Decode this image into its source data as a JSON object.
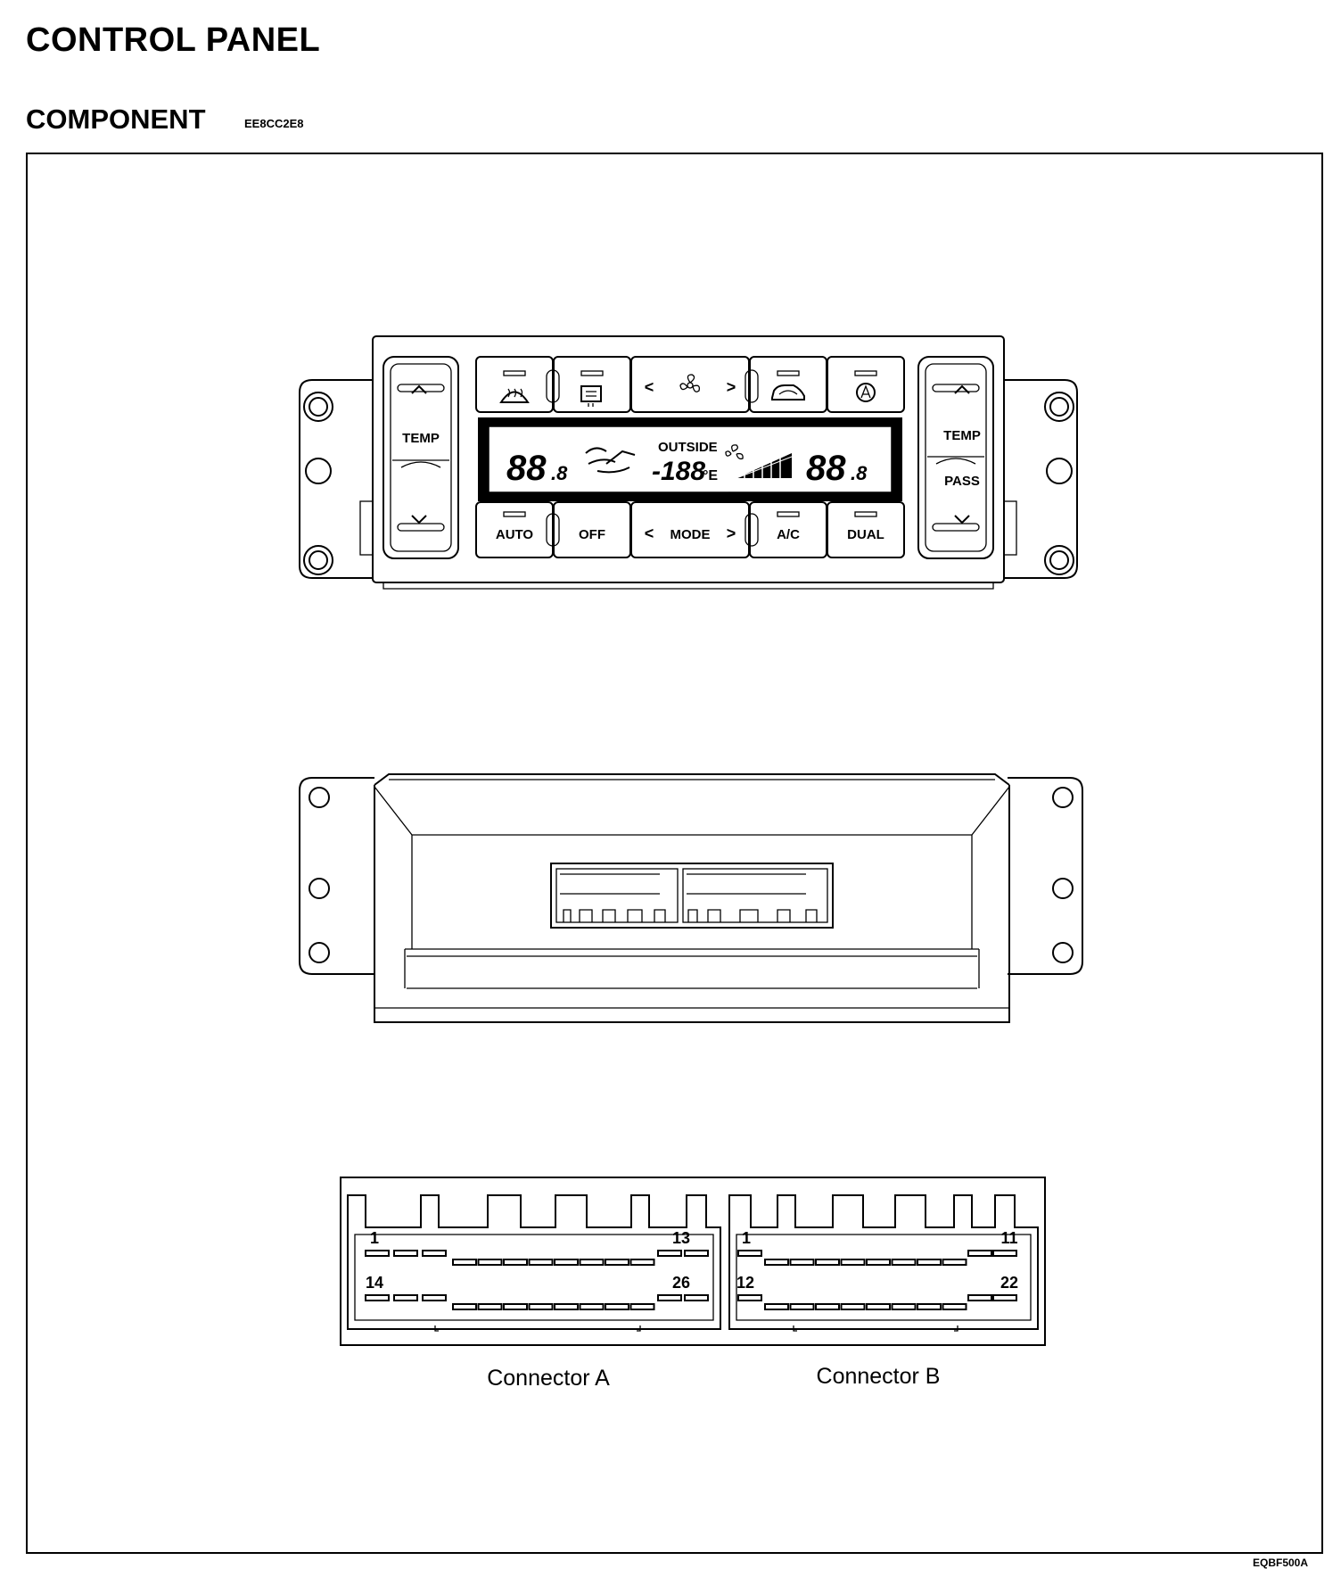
{
  "header": {
    "title": "CONTROL  PANEL",
    "subtitle": "COMPONENT",
    "code": "EE8CC2E8"
  },
  "front_panel": {
    "left_temp_label": "TEMP",
    "right_temp_label": "TEMP",
    "pass_label": "PASS",
    "up_arrow": "^",
    "down_arrow": "v",
    "top_buttons": [
      {
        "name": "front-defrost",
        "icon": "front-defrost-icon"
      },
      {
        "name": "rear-defrost",
        "icon": "rear-defrost-icon"
      },
      {
        "name": "fan-speed",
        "icon": "fan-icon"
      },
      {
        "name": "recirculation",
        "icon": "recirculation-icon"
      },
      {
        "name": "fresh-air",
        "icon": "fresh-air-icon"
      }
    ],
    "bottom_buttons": [
      "AUTO",
      "OFF",
      "MODE",
      "A/C",
      "DUAL"
    ],
    "chev_left": "<",
    "chev_right": ">",
    "display": {
      "left_temp": "88",
      "left_decimal": ".8",
      "outside_label": "OUTSIDE",
      "outside_temp": "-188",
      "outside_unit": "°E",
      "right_temp": "88",
      "right_decimal": ".8"
    }
  },
  "connector_a": {
    "label": "Connector A",
    "pins_top_first": "1",
    "pins_top_last": "13",
    "pins_bottom_first": "14",
    "pins_bottom_last": "26"
  },
  "connector_b": {
    "label": "Connector B",
    "pins_top_first": "1",
    "pins_top_last": "11",
    "pins_bottom_first": "12",
    "pins_bottom_last": "22"
  },
  "figure_id": "EQBF500A"
}
